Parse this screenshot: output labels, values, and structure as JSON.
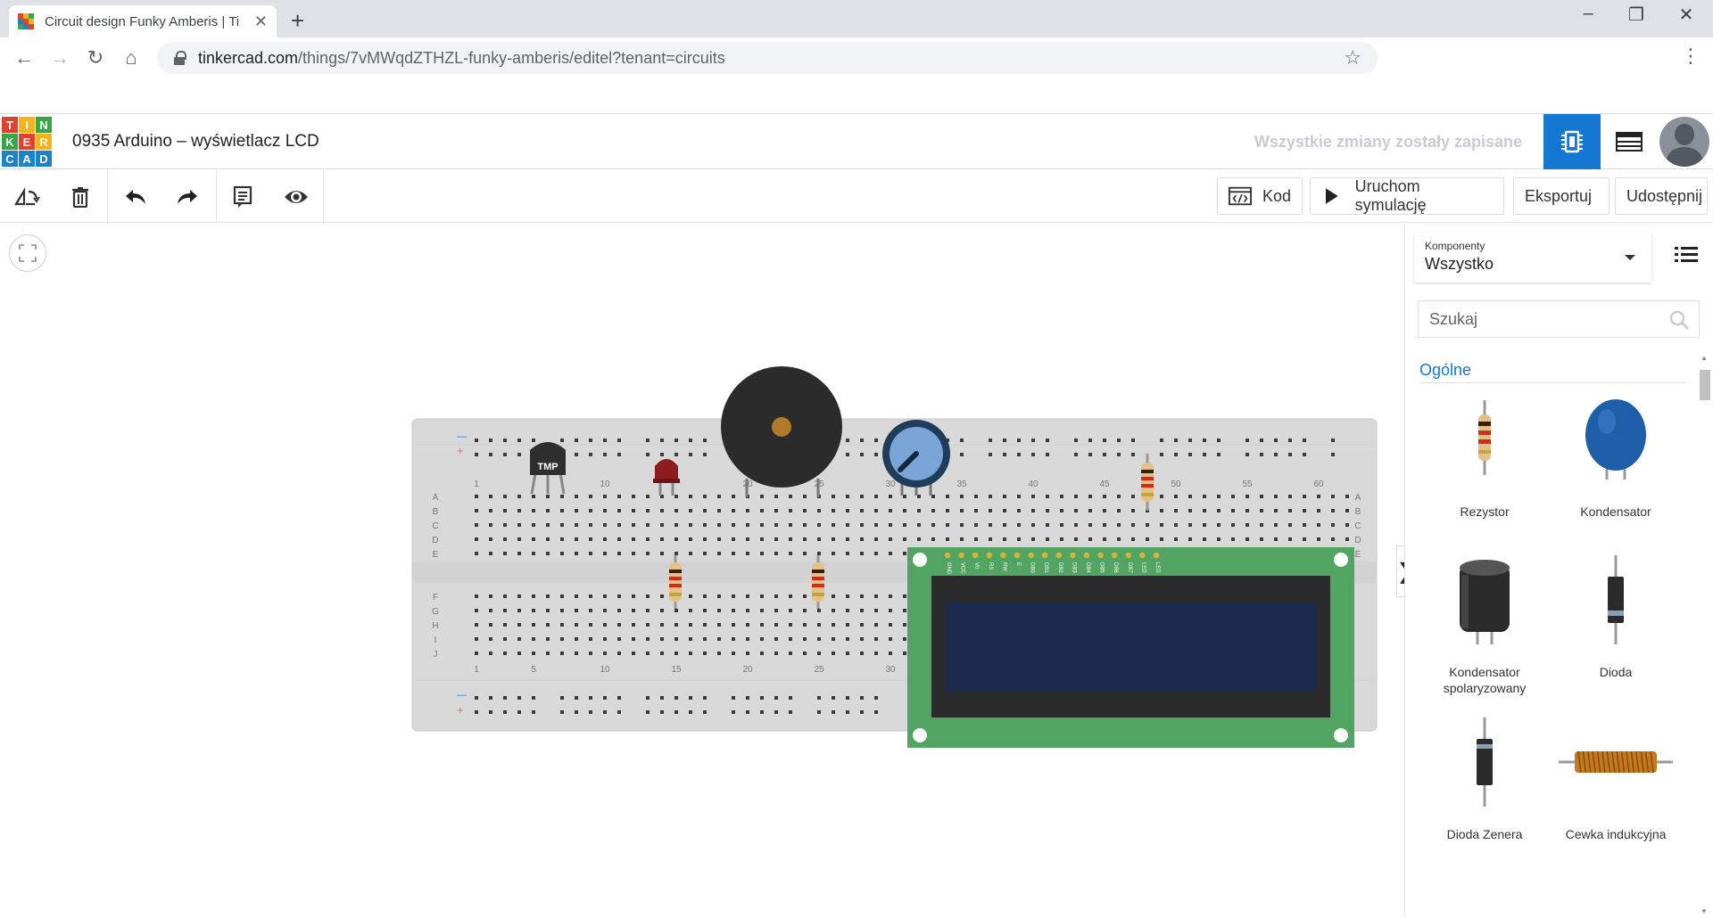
{
  "browser": {
    "tab_title": "Circuit design Funky Amberis | Ti",
    "url_domain": "tinkercad.com",
    "url_path": "/things/7vMWqdZTHZL-funky-amberis/editel?tenant=circuits"
  },
  "header": {
    "logo_letters": [
      "T",
      "I",
      "N",
      "K",
      "E",
      "R",
      "C",
      "A",
      "D"
    ],
    "title": "0935 Arduino – wyświetlacz LCD",
    "saved_message": "Wszystkie zmiany zostały zapisane"
  },
  "toolbar": {
    "code_label": "Kod",
    "simulate_label": "Uruchom symulację",
    "export_label": "Eksportuj",
    "share_label": "Udostępnij"
  },
  "breadboard": {
    "top_numbers": [
      "1",
      "10",
      "20",
      "25",
      "30",
      "35",
      "40",
      "45",
      "50",
      "55",
      "60"
    ],
    "bottom_numbers": [
      "1",
      "5",
      "10",
      "15",
      "20",
      "25",
      "30"
    ],
    "row_letters_top": [
      "A",
      "B",
      "C",
      "D",
      "E"
    ],
    "row_letters_bottom": [
      "F",
      "G",
      "H",
      "I",
      "J"
    ],
    "tmp_label": "TMP",
    "lcd_pins": [
      "GND",
      "VCC",
      "V0",
      "RS",
      "RW",
      "E",
      "DB0",
      "DB1",
      "DB2",
      "DB3",
      "DB4",
      "DB5",
      "DB6",
      "DB7",
      "LED",
      "LED"
    ]
  },
  "panel": {
    "dropdown_small": "Komponenty",
    "dropdown_value": "Wszystko",
    "search_placeholder": "Szukaj",
    "section_title": "Ogólne",
    "components": [
      {
        "name": "Rezystor"
      },
      {
        "name": "Kondensator"
      },
      {
        "name": "Kondensator spolaryzowany"
      },
      {
        "name": "Dioda"
      },
      {
        "name": "Dioda Zenera"
      },
      {
        "name": "Cewka indukcyjna"
      }
    ]
  },
  "colors": {
    "accent": "#1477d2",
    "breadboard": "#d9d9d9",
    "lcd_pcb": "#52a463",
    "lcd_screen": "#1b2b4e"
  }
}
